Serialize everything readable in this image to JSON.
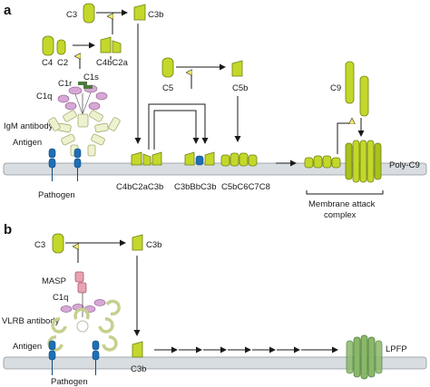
{
  "panel_a": {
    "letter": "a",
    "labels": {
      "c3": "C3",
      "c3b_top": "C3b",
      "c4": "C4",
      "c2": "C2",
      "c4bc2a": "C4bC2a",
      "c1r": "C1r",
      "c1s": "C1s",
      "c1q": "C1q",
      "igm": "IgM antibody",
      "c5": "C5",
      "c5b": "C5b",
      "c9": "C9",
      "antigen": "Antigen",
      "pathogen": "Pathogen",
      "c4bc2ac3b": "C4bC2aC3b",
      "c3bbbc3b": "C3bBbC3b",
      "c5b678": "C5bC6C7C8",
      "mac1": "Membrane attack",
      "mac2": "complex",
      "polyc9": "Poly-C9"
    }
  },
  "panel_b": {
    "letter": "b",
    "labels": {
      "c3": "C3",
      "c3b_top": "C3b",
      "masp": "MASP",
      "c1q": "C1q",
      "vlrb": "VLRB antibody",
      "antigen": "Antigen",
      "c3b_bottom": "C3b",
      "pathogen": "Pathogen",
      "lpfp": "LPFP"
    }
  },
  "colors": {
    "complement": "#c3d82a",
    "membrane": "#d8dde1",
    "antigen": "#1d6fb6",
    "c1q": "#d7a8d6",
    "masp": "#e8a3b3",
    "lpfp": "#8ab86a"
  }
}
